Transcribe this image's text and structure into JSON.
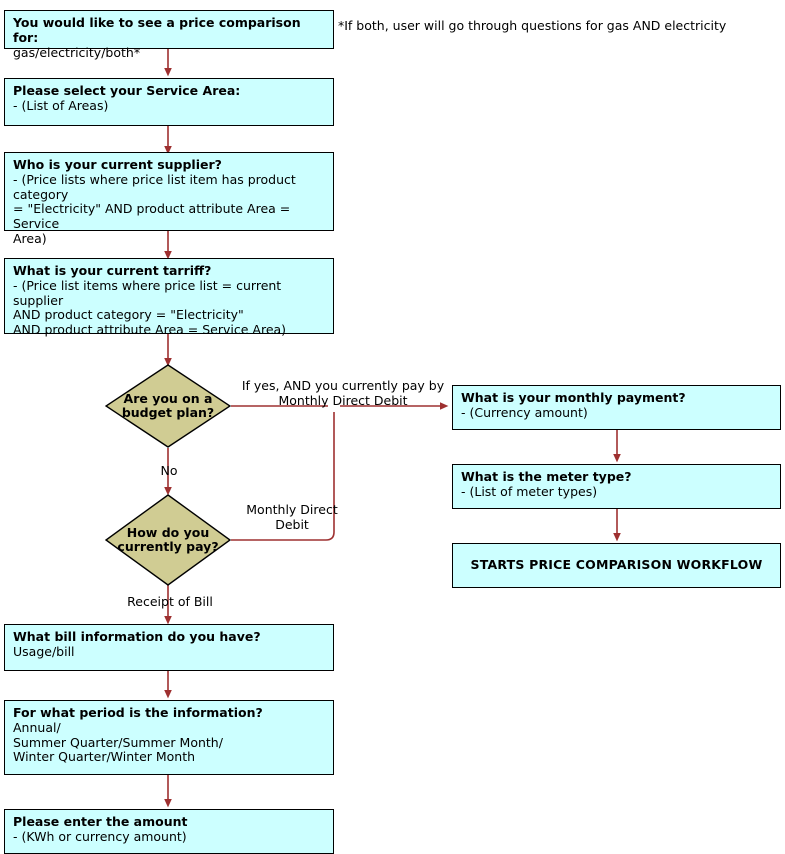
{
  "diagram": {
    "title": "Price comparison question flow",
    "colors": {
      "process_fill": "#ccffff",
      "decision_fill": "#d0cc93",
      "node_stroke": "#000000",
      "edge_stroke": "#9e3030",
      "text": "#000000"
    }
  },
  "notes": [
    {
      "name": "both-gas-electricity-note",
      "text": "*If both, user will go through questions for gas AND electricity"
    }
  ],
  "nodes": [
    {
      "id": "price-comparison-for",
      "shape": "process",
      "title": "You would like to see a price comparison for:",
      "body": "gas/electricity/both*"
    },
    {
      "id": "service-area",
      "shape": "process",
      "title": "Please select your Service Area:",
      "body": "- (List of Areas)"
    },
    {
      "id": "current-supplier",
      "shape": "process",
      "title": "Who is your current supplier?",
      "body": "- (Price lists where price list item has product category\n= \"Electricity\" AND product attribute Area = Service\nArea)"
    },
    {
      "id": "current-tarriff",
      "shape": "process",
      "title": "What is your current tarriff?",
      "body": "- (Price list items where price list = current supplier\nAND product category = \"Electricity\"\nAND product attribute Area = Service Area)"
    },
    {
      "id": "budget-plan",
      "shape": "decision",
      "title": "Are you on a\nbudget plan?",
      "body": ""
    },
    {
      "id": "how-do-you-currently-pay",
      "shape": "decision",
      "title": "How do you\ncurrently pay?",
      "body": ""
    },
    {
      "id": "monthly-payment",
      "shape": "process",
      "title": "What is your monthly payment?",
      "body": "- (Currency amount)"
    },
    {
      "id": "meter-type",
      "shape": "process",
      "title": "What is the meter type?",
      "body": "- (List of meter types)"
    },
    {
      "id": "starts-price-comparison-workflow",
      "shape": "terminal",
      "title": "STARTS PRICE COMPARISON WORKFLOW",
      "body": ""
    },
    {
      "id": "bill-information",
      "shape": "process",
      "title": "What bill information do you have?",
      "body": "Usage/bill"
    },
    {
      "id": "information-period",
      "shape": "process",
      "title": "For what period is the information?",
      "body": "Annual/\nSummer Quarter/Summer Month/\nWinter Quarter/Winter Month"
    },
    {
      "id": "enter-amount",
      "shape": "process",
      "title": "Please enter the amount",
      "body": "- (KWh or currency amount)"
    }
  ],
  "edge_labels": [
    {
      "id": "yes-monthly-direct-debit",
      "text": "If yes, AND you currently pay by\nMonthly Direct Debit",
      "from": "budget-plan",
      "to": "monthly-payment"
    },
    {
      "id": "no",
      "text": "No",
      "from": "budget-plan",
      "to": "how-do-you-currently-pay"
    },
    {
      "id": "monthly-direct-debit",
      "text": "Monthly Direct\nDebit",
      "from": "how-do-you-currently-pay",
      "to": "monthly-payment"
    },
    {
      "id": "receipt-of-bill",
      "text": "Receipt of Bill",
      "from": "how-do-you-currently-pay",
      "to": "bill-information"
    }
  ]
}
